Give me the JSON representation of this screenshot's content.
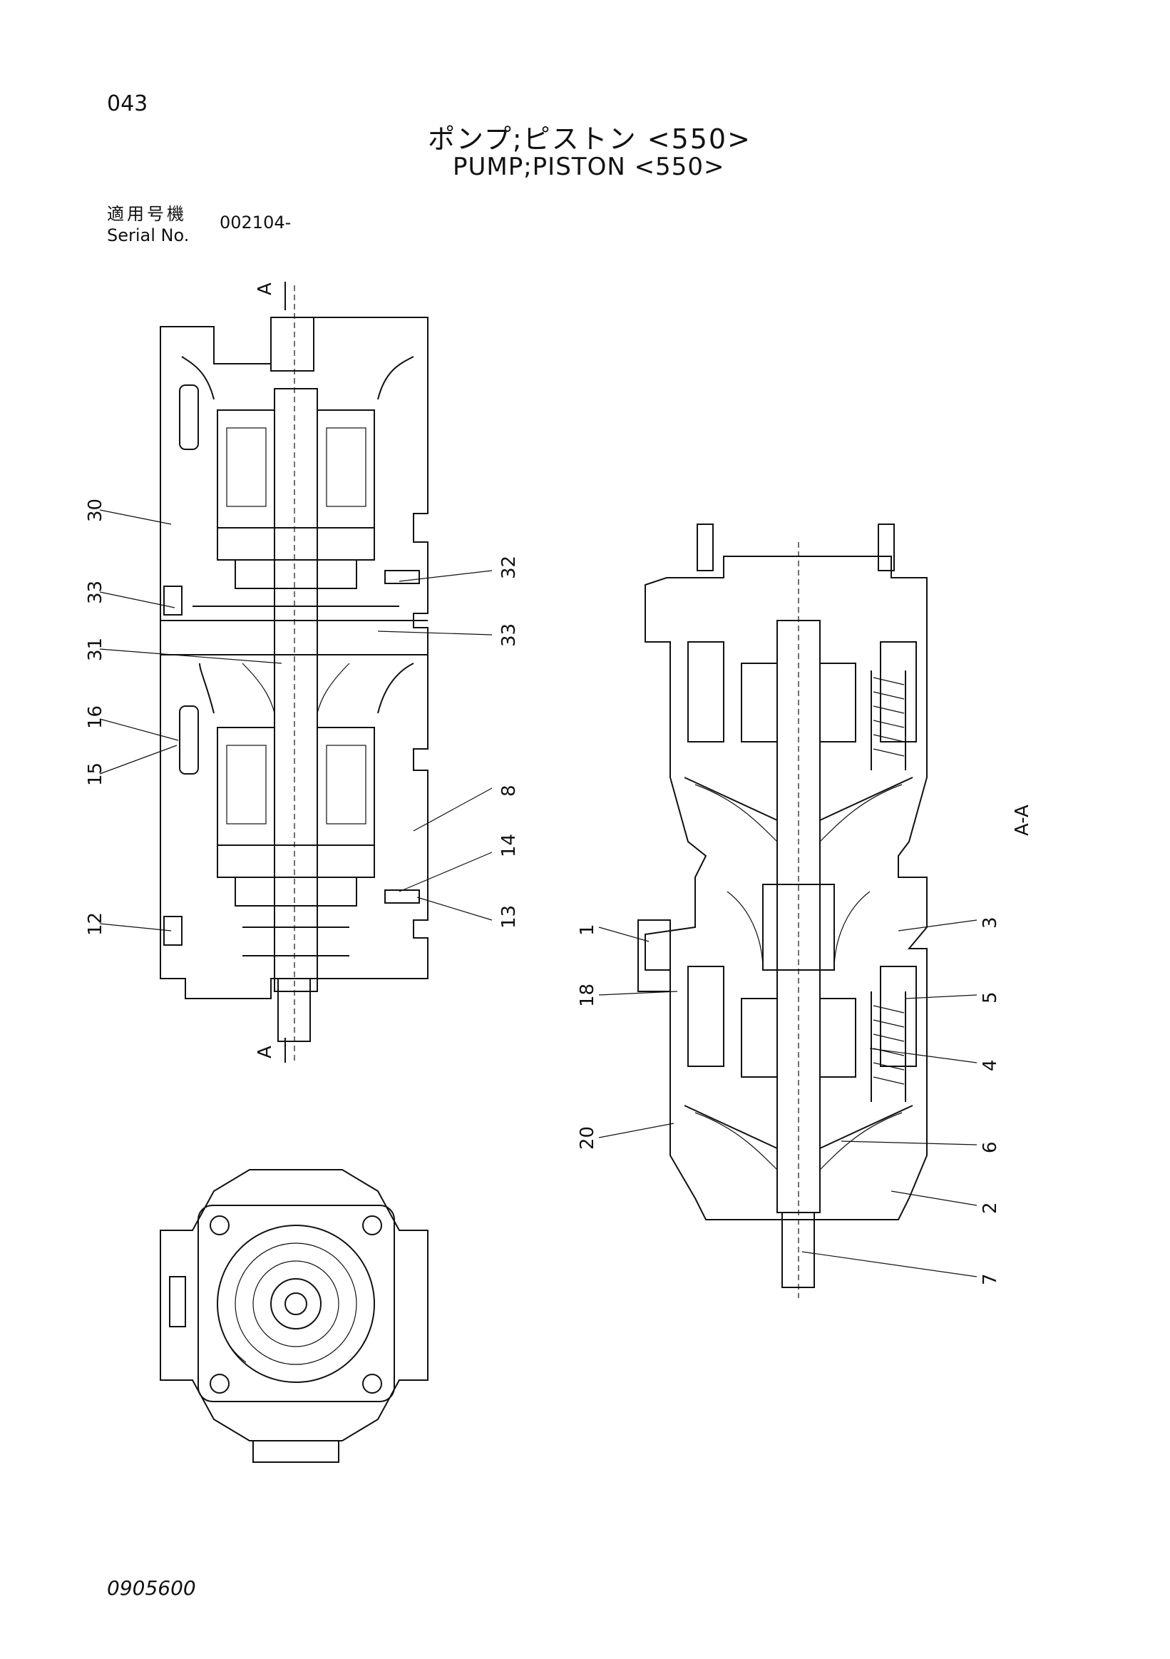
{
  "page_number": "043",
  "title_jp": "ポンプ;ピストン <550>",
  "title_en": "PUMP;PISTON <550>",
  "serial": {
    "label_jp": "適用号機",
    "label_en": "Serial No.",
    "value": "002104-"
  },
  "section_marks": {
    "a": "A",
    "view": "A-A"
  },
  "callouts_left": [
    "30",
    "33",
    "31",
    "16",
    "15",
    "12",
    "32",
    "33",
    "8",
    "14",
    "13"
  ],
  "callouts_right": [
    "1",
    "18",
    "20",
    "3",
    "5",
    "4",
    "6",
    "2",
    "7"
  ],
  "footer_code": "0905600"
}
